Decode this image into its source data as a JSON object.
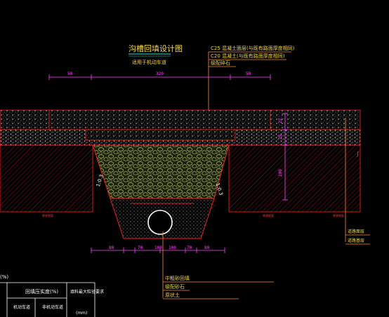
{
  "drawing": {
    "title": "沟槽回填设计图",
    "subtitle": "适用于机动车道",
    "colors": {
      "background": "#000000",
      "outline_red": "#ff2020",
      "dimension_magenta": "#ff44ff",
      "text_yellow": "#f2d64b",
      "fill_green": "#b4c46a",
      "aggregate_white": "#cfcfcf",
      "leader_orange": "#ff8a3d",
      "title_underline": "#30e0d0"
    }
  },
  "callouts_top": [
    "C25 混凝土面层(与既有路面厚度相同)",
    "C20 混凝土(与既有路面厚度相同)",
    "级配碎石"
  ],
  "callouts_bottom": [
    "中粗砂回填",
    "级配砂石",
    "原状土"
  ],
  "callouts_right": [
    "道路面层",
    "道路基层"
  ],
  "dimensions": {
    "top": [
      "50",
      "320",
      "50"
    ],
    "bottom": [
      "80",
      "70",
      "100",
      "100",
      "70",
      "80"
    ],
    "right": [
      "22",
      "25",
      "200"
    ],
    "slope_left": "1:0.3",
    "slope_right": "1:0.3",
    "ground_left": "原状地面",
    "ground_mid": "原状地面",
    "ground_right": "原状地面"
  },
  "table": {
    "left_header": "(%)",
    "row1": [
      "",
      "回填压实度(%)",
      "",
      "填料最大粒径要求"
    ],
    "row2": [
      "",
      "机动车道",
      "非机动车道",
      "(mm)"
    ]
  }
}
